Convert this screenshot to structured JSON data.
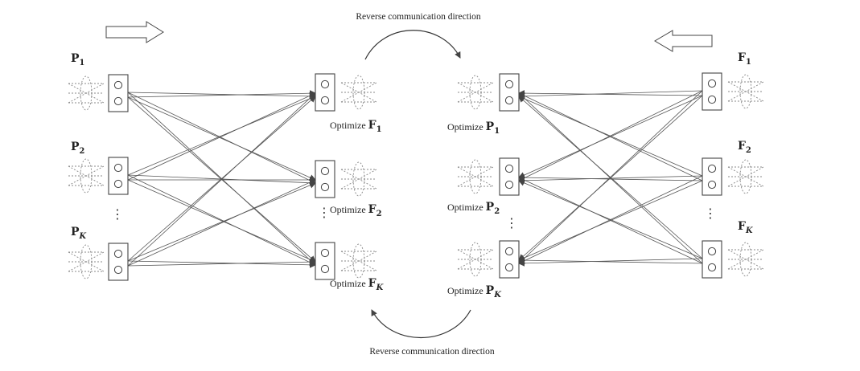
{
  "captions": {
    "top": "Reverse communication direction",
    "bottom": "Reverse communication direction"
  },
  "left_group": {
    "tx_labels": [
      {
        "base": "P",
        "sub": "1"
      },
      {
        "base": "P",
        "sub": "2"
      },
      {
        "base": "P",
        "sub": "K"
      }
    ],
    "rx_labels": [
      {
        "prefix": "Optimize",
        "base": "F",
        "sub": "1"
      },
      {
        "prefix": "Optimize",
        "base": "F",
        "sub": "2"
      },
      {
        "prefix": "Optimize",
        "base": "F",
        "sub": "K"
      }
    ]
  },
  "right_group": {
    "tx_labels": [
      {
        "base": "F",
        "sub": "1"
      },
      {
        "base": "F",
        "sub": "2"
      },
      {
        "base": "F",
        "sub": "K"
      }
    ],
    "rx_labels": [
      {
        "prefix": "Optimize",
        "base": "P",
        "sub": "1"
      },
      {
        "prefix": "Optimize",
        "base": "P",
        "sub": "2"
      },
      {
        "prefix": "Optimize",
        "base": "P",
        "sub": "K"
      }
    ]
  },
  "ellipsis": "⋮",
  "arrows": {
    "left_direction": "right",
    "right_direction": "left"
  }
}
